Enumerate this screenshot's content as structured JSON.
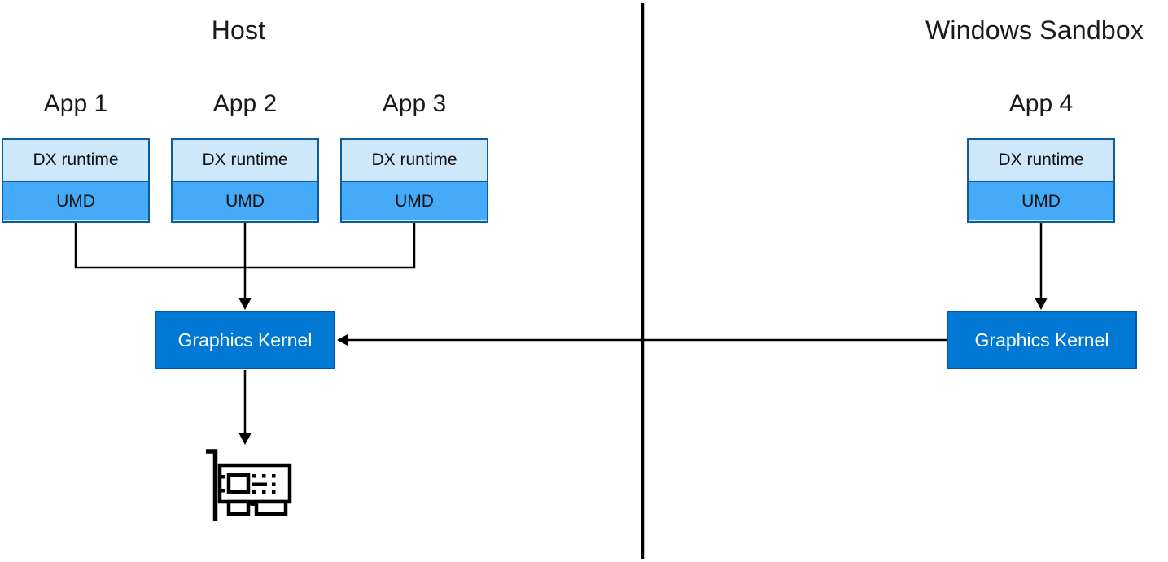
{
  "host": {
    "title": "Host",
    "apps": [
      {
        "label": "App 1",
        "layers": [
          "DX runtime",
          "UMD"
        ]
      },
      {
        "label": "App 2",
        "layers": [
          "DX runtime",
          "UMD"
        ]
      },
      {
        "label": "App 3",
        "layers": [
          "DX runtime",
          "UMD"
        ]
      }
    ],
    "kernel_label": "Graphics Kernel"
  },
  "sandbox": {
    "title": "Windows Sandbox",
    "apps": [
      {
        "label": "App 4",
        "layers": [
          "DX runtime",
          "UMD"
        ]
      }
    ],
    "kernel_label": "Graphics Kernel"
  },
  "icons": {
    "gpu": "graphics-card-icon"
  },
  "colors": {
    "dx_fill": "#cde8fb",
    "umd_fill": "#45aaf8",
    "box_border": "#0d5c9d",
    "kernel_fill": "#0078d4",
    "kernel_border": "#0059a8",
    "line_color": "#000000"
  }
}
